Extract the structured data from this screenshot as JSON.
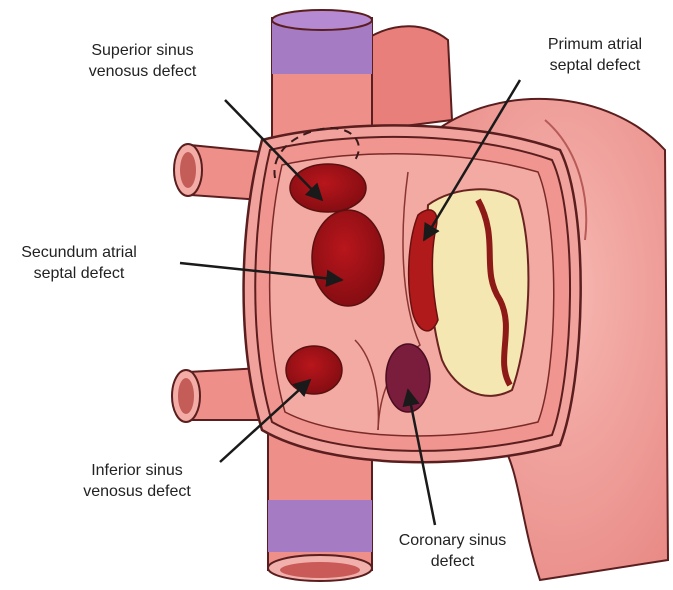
{
  "labels": {
    "superior_sinus": {
      "line1": "Superior sinus",
      "line2": "venosus defect"
    },
    "primum": {
      "line1": "Primum atrial",
      "line2": "septal defect"
    },
    "secundum": {
      "line1": "Secundum atrial",
      "line2": "septal defect"
    },
    "inferior_sinus": {
      "line1": "Inferior sinus",
      "line2": "venosus defect"
    },
    "coronary_sinus": {
      "line1": "Coronary sinus",
      "line2": "defect"
    }
  },
  "colors": {
    "tissue_pink": "#eb8f8c",
    "tissue_light": "#f5b0aa",
    "tissue_dark": "#d9706c",
    "outline": "#5a1e1e",
    "defect_red": "#a5141a",
    "defect_dark": "#6f0a10",
    "coronary_purple": "#7a1d3c",
    "vein_purple": "#a57bc4",
    "valve_cream": "#f4e7b2",
    "arrow": "#1a1a1a"
  }
}
